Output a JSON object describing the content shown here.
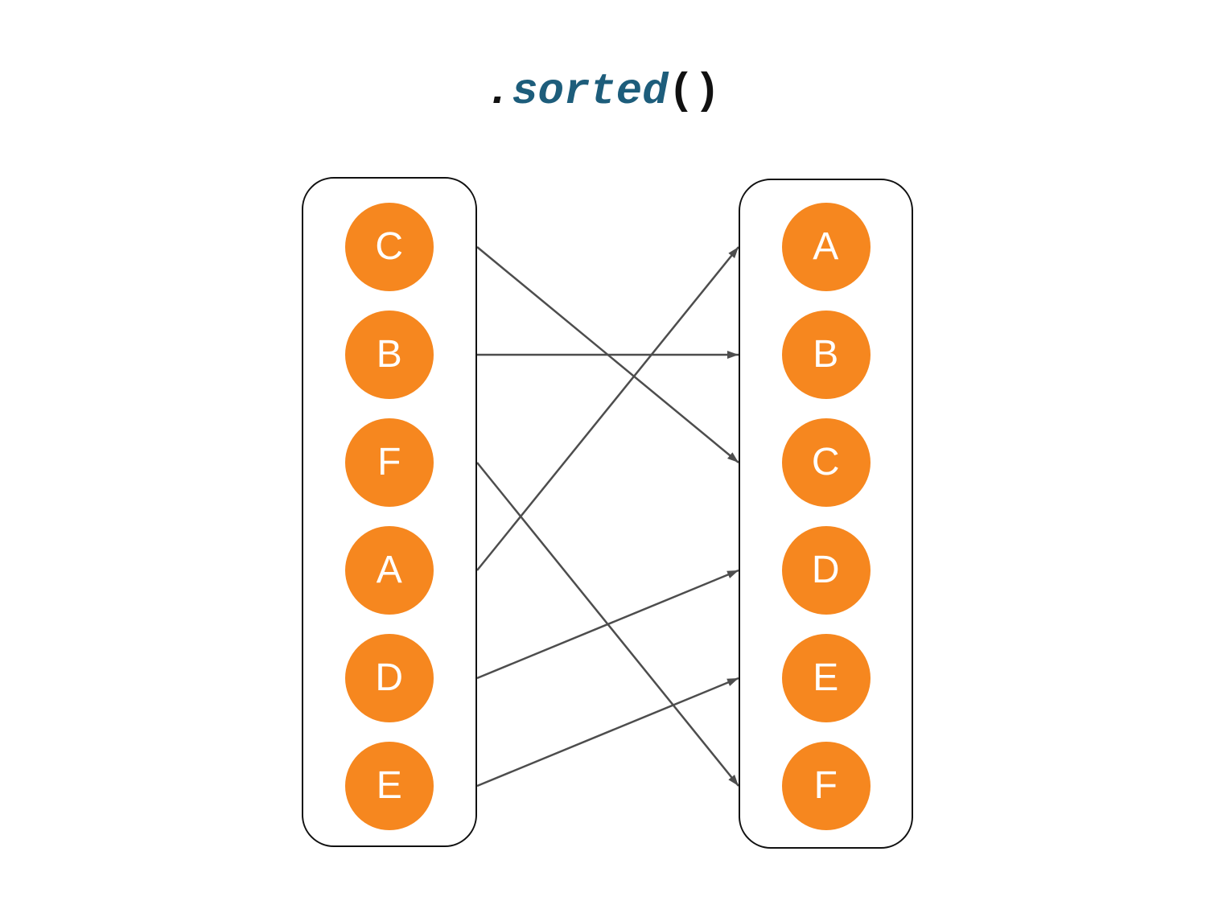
{
  "title": {
    "dot": ".",
    "method": "sorted",
    "parens": "()"
  },
  "left_column": {
    "items": [
      "C",
      "B",
      "F",
      "A",
      "D",
      "E"
    ]
  },
  "right_column": {
    "items": [
      "A",
      "B",
      "C",
      "D",
      "E",
      "F"
    ]
  },
  "arrows": [
    {
      "from": "C",
      "to": "C"
    },
    {
      "from": "B",
      "to": "B"
    },
    {
      "from": "F",
      "to": "F"
    },
    {
      "from": "A",
      "to": "A"
    },
    {
      "from": "D",
      "to": "D"
    },
    {
      "from": "E",
      "to": "E"
    }
  ],
  "colors": {
    "background": "#ffffff",
    "node_fill": "#f6871f",
    "node_text": "#ffffff",
    "arrow": "#4d4d4d",
    "box_border": "#111111",
    "title_accent": "#1d5d7b",
    "title_plain": "#111111"
  }
}
